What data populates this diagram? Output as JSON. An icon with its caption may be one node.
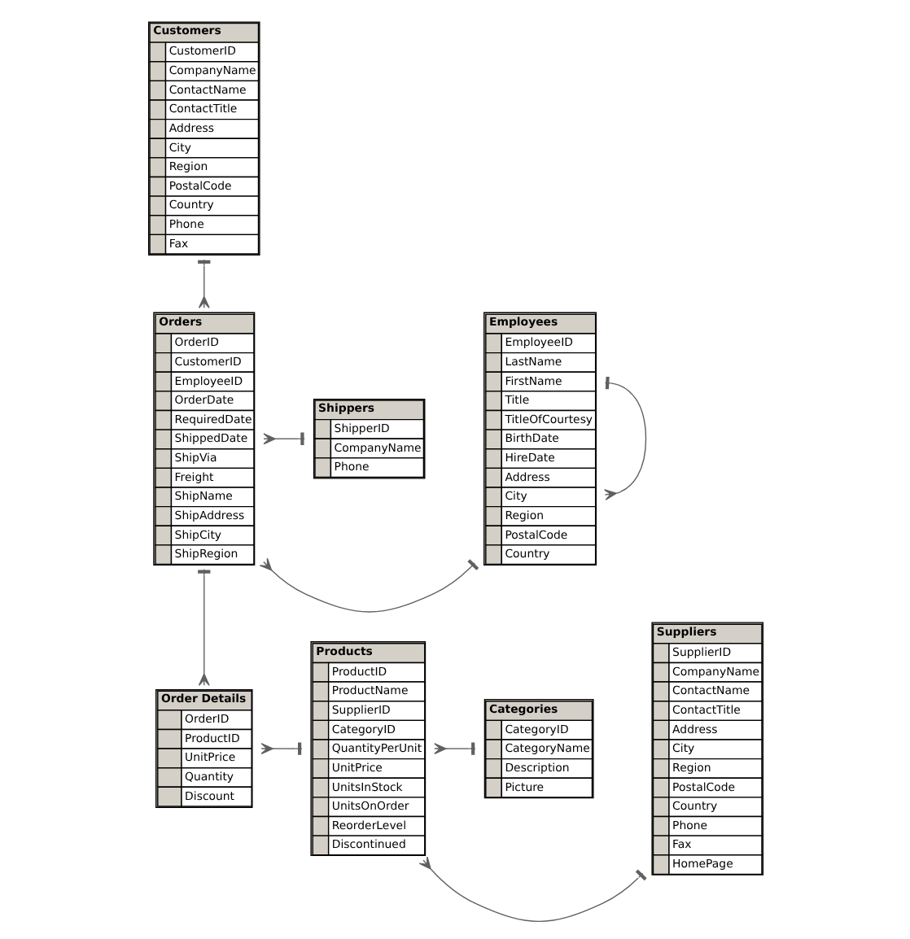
{
  "diagram": {
    "nodes": [
      {
        "text": [
          "Customers",
          "CustomerID",
          "CompanyName",
          "ContactName",
          "ContactTitle",
          "Address",
          "City",
          "Region",
          "PostalCode",
          "Country",
          "Phone",
          "Fax"
        ]
      },
      {
        "text": [
          "Employees",
          "EmployeeID",
          "LastName",
          "FirstName",
          "Title",
          "TitleOfCourtesy",
          "BirthDate",
          "HireDate",
          "Address",
          "City",
          "Region",
          "PostalCode",
          "Country"
        ]
      },
      {
        "text": [
          "Orders",
          "OrderID",
          "CustomerID",
          "EmployeeID",
          "OrderDate",
          "RequiredDate",
          "ShippedDate",
          "ShipVia",
          "Freight",
          "ShipName",
          "ShipAddress",
          "ShipCity",
          "ShipRegion"
        ]
      },
      {
        "text": [
          "Shippers",
          "ShipperID",
          "CompanyName",
          "Phone"
        ]
      },
      {
        "text": [
          "Order Details",
          "OrderID",
          "ProductID",
          "UnitPrice",
          "Quantity",
          "Discount"
        ]
      },
      {
        "text": [
          "Products",
          "ProductID",
          "ProductName",
          "SupplierID",
          "CategoryID",
          "QuantityPerUnit",
          "UnitPrice",
          "UnitsInStock",
          "UnitsOnOrder",
          "ReorderLevel",
          "Discontinued"
        ]
      },
      {
        "text": [
          "Suppliers",
          "SupplierID",
          "CompanyName",
          "ContactName",
          "ContactTitle",
          "Address",
          "City",
          "Region",
          "PostalCode",
          "Country",
          "Phone",
          "Fax",
          "HomePage"
        ]
      },
      {
        "text": [
          "Categories",
          "CategoryID",
          "CategoryName",
          "Description",
          "Picture"
        ]
      }
    ],
    "edges": [
      {
        "from": 1,
        "to": 1,
        "arrow": "other"
      },
      {
        "from": 2,
        "to": 0,
        "arrow": "other"
      },
      {
        "from": 2,
        "to": 1,
        "arrow": "other"
      },
      {
        "from": 2,
        "to": 3,
        "arrow": "other"
      },
      {
        "from": 4,
        "to": 2,
        "arrow": "other"
      },
      {
        "from": 4,
        "to": 5,
        "arrow": "other"
      },
      {
        "from": 5,
        "to": 7,
        "arrow": "other"
      },
      {
        "from": 5,
        "to": 6,
        "arrow": "other"
      }
    ]
  }
}
